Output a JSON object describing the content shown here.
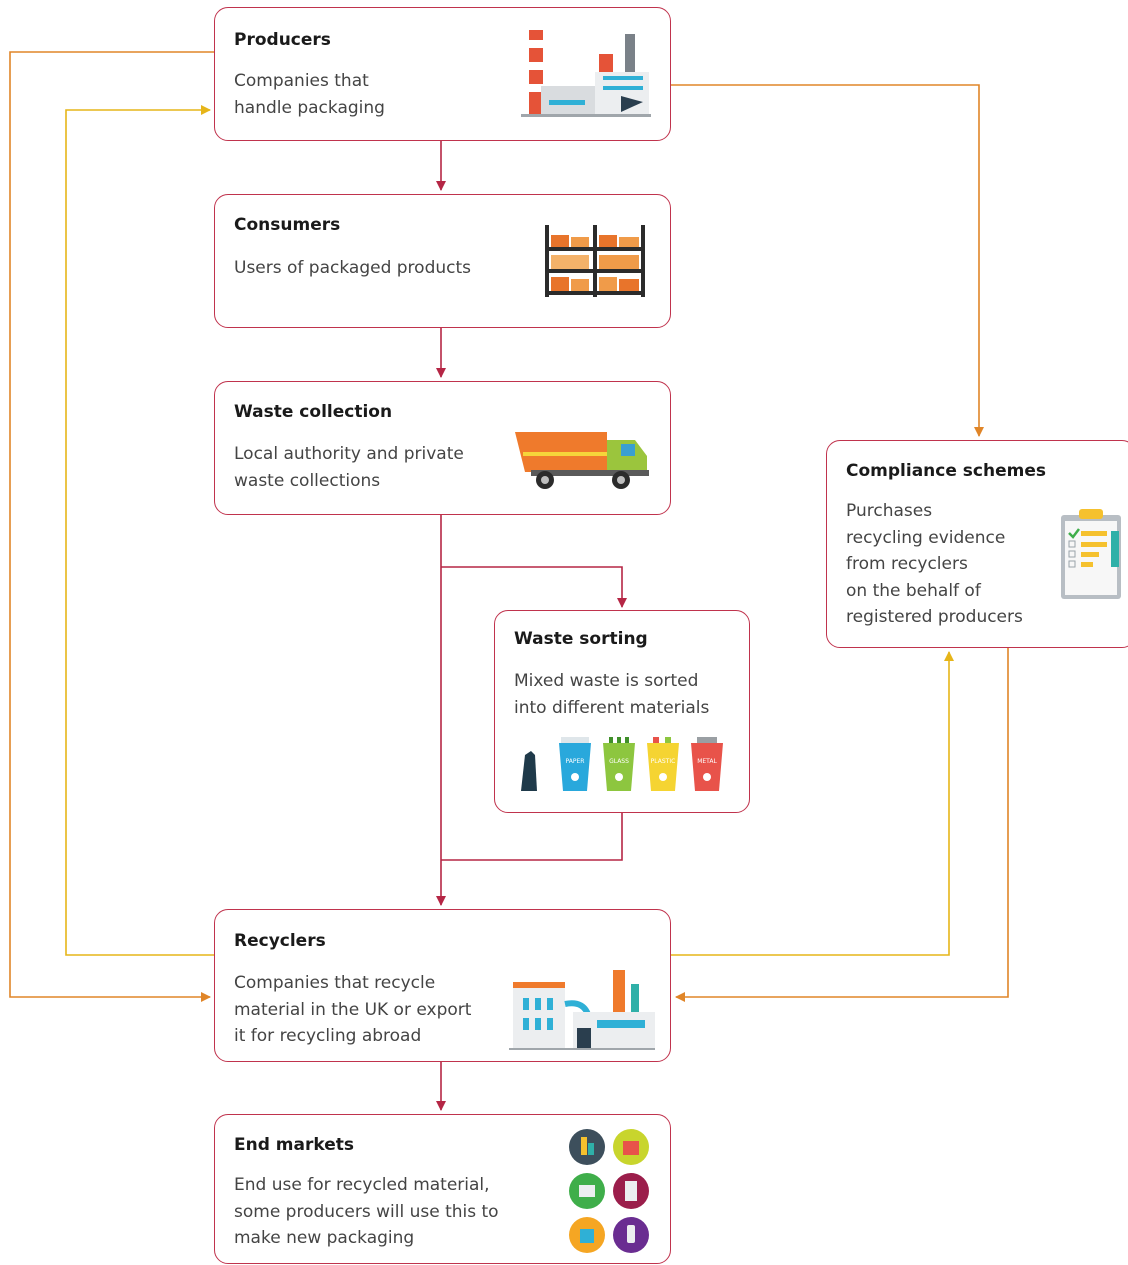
{
  "colors": {
    "box_border": "#c0334d",
    "flow_arrow": "#b52645",
    "orange_arrow": "#e08528",
    "yellow_arrow": "#e6b519"
  },
  "nodes": {
    "producers": {
      "title": "Producers",
      "lines": [
        "Companies that",
        "handle packaging"
      ],
      "icon": "factory-icon"
    },
    "consumers": {
      "title": "Consumers",
      "lines": [
        "Users of packaged products"
      ],
      "icon": "shelves-icon"
    },
    "waste_collection": {
      "title": "Waste collection",
      "lines": [
        "Local authority and private",
        "waste collections"
      ],
      "icon": "garbage-truck-icon"
    },
    "waste_sorting": {
      "title": "Waste sorting",
      "lines": [
        "Mixed waste is sorted",
        "into different materials"
      ],
      "icon": "recycling-bins-icon",
      "bins": [
        "PAPER",
        "GLASS",
        "PLASTIC",
        "METAL"
      ]
    },
    "compliance_schemes": {
      "title": "Compliance schemes",
      "lines": [
        "Purchases",
        "recycling evidence",
        "from recyclers",
        "on the behalf of",
        "registered producers"
      ],
      "icon": "clipboard-rating-icon"
    },
    "recyclers": {
      "title": "Recyclers",
      "lines": [
        "Companies that recycle",
        "material in the UK or export",
        "it for recycling abroad"
      ],
      "icon": "recycling-plant-icon"
    },
    "end_markets": {
      "title": "End markets",
      "lines": [
        "End use for recycled material,",
        "some producers will use this to",
        "make new packaging"
      ],
      "icon": "product-circles-icon"
    }
  },
  "edges": [
    {
      "from": "producers",
      "to": "consumers"
    },
    {
      "from": "consumers",
      "to": "waste_collection"
    },
    {
      "from": "waste_collection",
      "to": "waste_sorting"
    },
    {
      "from": "waste_collection",
      "to": "recyclers"
    },
    {
      "from": "waste_sorting",
      "to": "recyclers"
    },
    {
      "from": "recyclers",
      "to": "end_markets"
    },
    {
      "from": "producers",
      "to": "compliance_schemes"
    },
    {
      "from": "producers",
      "to": "recyclers"
    },
    {
      "from": "recyclers",
      "to": "producers"
    },
    {
      "from": "recyclers",
      "to": "compliance_schemes"
    },
    {
      "from": "compliance_schemes",
      "to": "recyclers"
    }
  ]
}
